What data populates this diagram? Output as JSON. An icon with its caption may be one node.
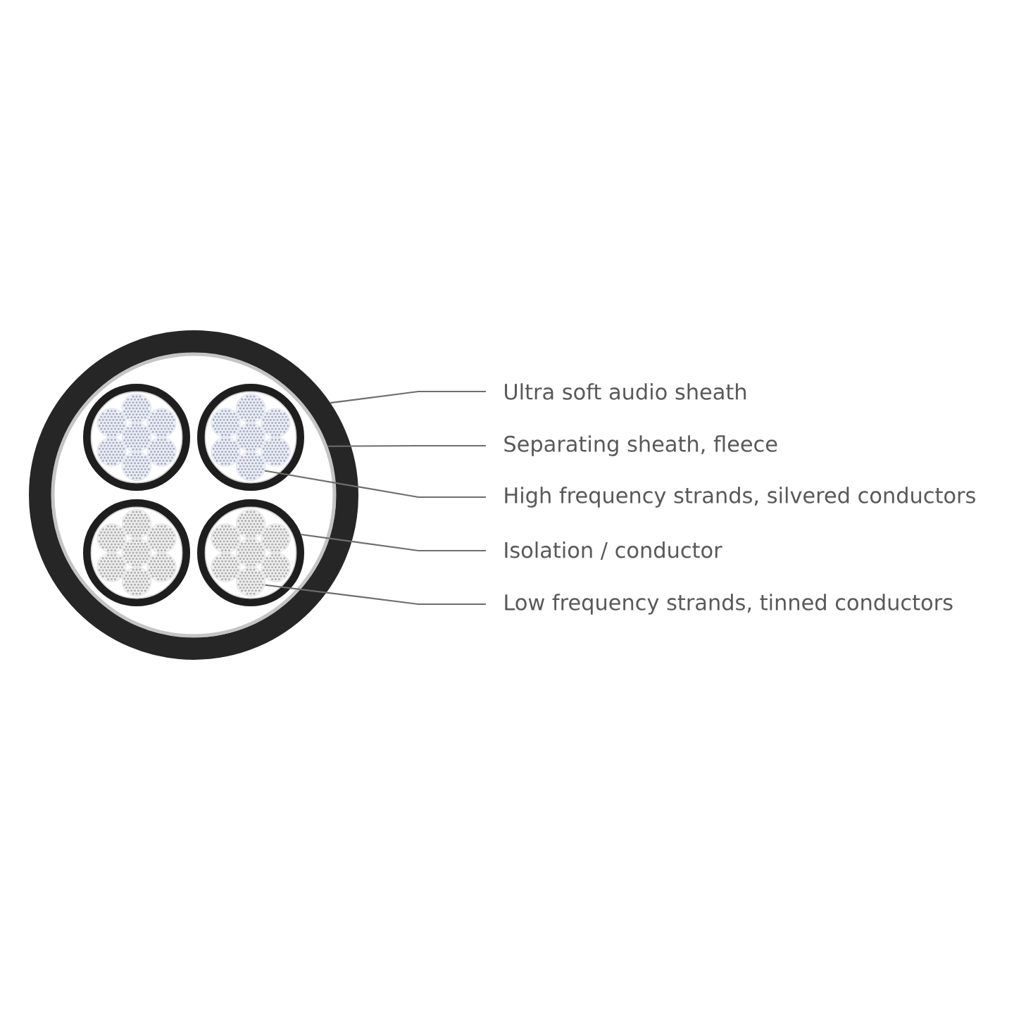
{
  "diagram": {
    "nodes": [
      {
        "text": [],
        "shape": "circle"
      },
      {
        "text": [],
        "shape": "circle",
        "in": 0
      },
      {
        "text": [],
        "shape": "circle",
        "in": 1
      },
      {
        "text": [],
        "shape": "circle",
        "in": 2
      },
      {
        "text": [],
        "shape": "circle",
        "in": 2
      },
      {
        "text": [],
        "shape": "circle",
        "in": 2
      },
      {
        "text": [],
        "shape": "circle",
        "in": 2
      },
      {
        "text": [],
        "shape": "circle",
        "in": 2
      },
      {
        "text": [],
        "shape": "circle",
        "in": 2
      },
      {
        "text": [],
        "shape": "circle",
        "in": 2
      },
      {
        "text": [],
        "shape": "circle",
        "in": 1
      },
      {
        "text": [],
        "shape": "circle",
        "in": 10
      },
      {
        "text": [],
        "shape": "circle",
        "in": 10
      },
      {
        "text": [],
        "shape": "circle",
        "in": 10
      },
      {
        "text": [],
        "shape": "circle",
        "in": 10
      },
      {
        "text": [],
        "shape": "circle",
        "in": 10
      },
      {
        "text": [],
        "shape": "circle",
        "in": 10
      },
      {
        "text": [],
        "shape": "circle",
        "in": 10
      },
      {
        "text": [],
        "shape": "circle",
        "in": 1
      },
      {
        "text": [],
        "shape": "circle",
        "in": 18
      },
      {
        "text": [],
        "shape": "circle",
        "in": 18
      },
      {
        "text": [],
        "shape": "circle",
        "in": 18
      },
      {
        "text": [],
        "shape": "circle",
        "in": 18
      },
      {
        "text": [],
        "shape": "circle",
        "in": 18
      },
      {
        "text": [],
        "shape": "circle",
        "in": 18
      },
      {
        "text": [],
        "shape": "circle",
        "in": 18
      },
      {
        "text": [],
        "shape": "circle",
        "in": 1
      },
      {
        "text": [],
        "shape": "circle",
        "in": 26
      },
      {
        "text": [],
        "shape": "circle",
        "in": 26
      },
      {
        "text": [],
        "shape": "circle",
        "in": 26
      },
      {
        "text": [],
        "shape": "circle",
        "in": 26
      },
      {
        "text": [],
        "shape": "circle",
        "in": 26
      },
      {
        "text": [],
        "shape": "circle",
        "in": 26
      },
      {
        "text": [],
        "shape": "circle",
        "in": 26
      },
      {
        "text": [
          "Ultra soft audio sheath"
        ]
      },
      {
        "text": [
          "Separating sheath, fleece"
        ]
      },
      {
        "text": [
          "High frequency strands, silvered conductors"
        ]
      },
      {
        "text": [
          "Isolation / conductor"
        ]
      },
      {
        "text": [
          "Low frequency strands, tinned conductors"
        ]
      }
    ],
    "edges": [
      {
        "from": 34,
        "to": 0,
        "arrow": "none"
      },
      {
        "from": 35,
        "to": 1,
        "arrow": "none"
      },
      {
        "from": 36,
        "to": 17,
        "arrow": "none"
      },
      {
        "from": 37,
        "to": 26,
        "arrow": "none"
      },
      {
        "from": 38,
        "to": 33,
        "arrow": "none"
      }
    ]
  }
}
